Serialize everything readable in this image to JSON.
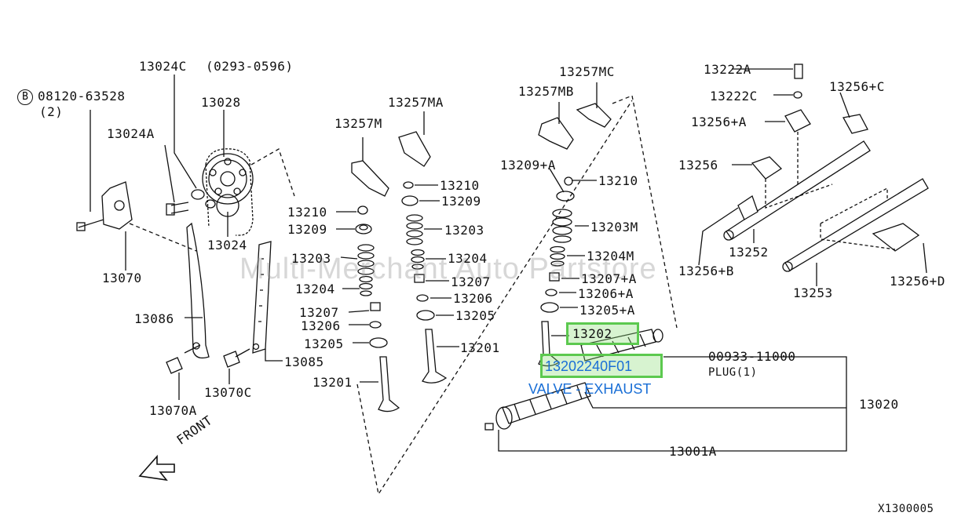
{
  "callouts": {
    "bolt_code": "08120-63528",
    "bolt_qty": "(2)",
    "bolt_prefix": "B",
    "tensioner_bolt": "13024C",
    "tensioner_bolt_note": "(0293-0596)",
    "sprocket": "13028",
    "washer": "13024A",
    "sprocket_bolt": "13024",
    "tensioner": "13070",
    "guide_left": "13086",
    "tensioner_cap": "13070A",
    "tensioner_cap2": "13070C",
    "guide_right": "13085",
    "rocker_m": "13257M",
    "rocker_ma": "13257MA",
    "rocker_mb": "13257MB",
    "rocker_mc": "13257MC",
    "l_13210": "13210",
    "l_13209": "13209",
    "l_13203": "13203",
    "l_13204": "13204",
    "l_13207": "13207",
    "l_13206": "13206",
    "l_13205": "13205",
    "l_13201": "13201",
    "r_13210": "13210",
    "r_13209": "13209",
    "r_13203": "13203",
    "r_13204": "13204",
    "r_13207": "13207",
    "r_13206": "13206",
    "r_13205": "13205",
    "r_13201": "13201",
    "x_13209a": "13209+A",
    "x_13210": "13210",
    "x_13203m": "13203M",
    "x_13204m": "13204M",
    "x_13207a": "13207+A",
    "x_13206a": "13206+A",
    "x_13205a": "13205+A",
    "x_13202": "13202",
    "plug_code": "00933-11000",
    "plug_text": "PLUG(1)",
    "camshaft": "13020",
    "camshaft_intake": "13001A",
    "shaft_13222a": "13222A",
    "shaft_13222c": "13222C",
    "shaft_13256c": "13256+C",
    "shaft_13256a": "13256+A",
    "shaft_13256": "13256",
    "shaft_13252": "13252",
    "shaft_13256b": "13256+B",
    "shaft_13253": "13253",
    "shaft_13256d": "13256+D",
    "front": "FRONT",
    "diagram_code": "X1300005"
  },
  "highlights": {
    "part_number": "13202240F01",
    "part_name": "VALVE - EXHAUST"
  },
  "watermark": "Multi-Merchant Auto Partstore",
  "colors": {
    "highlight_border": "#5cc94f",
    "highlight_text": "#1a6fd6"
  }
}
